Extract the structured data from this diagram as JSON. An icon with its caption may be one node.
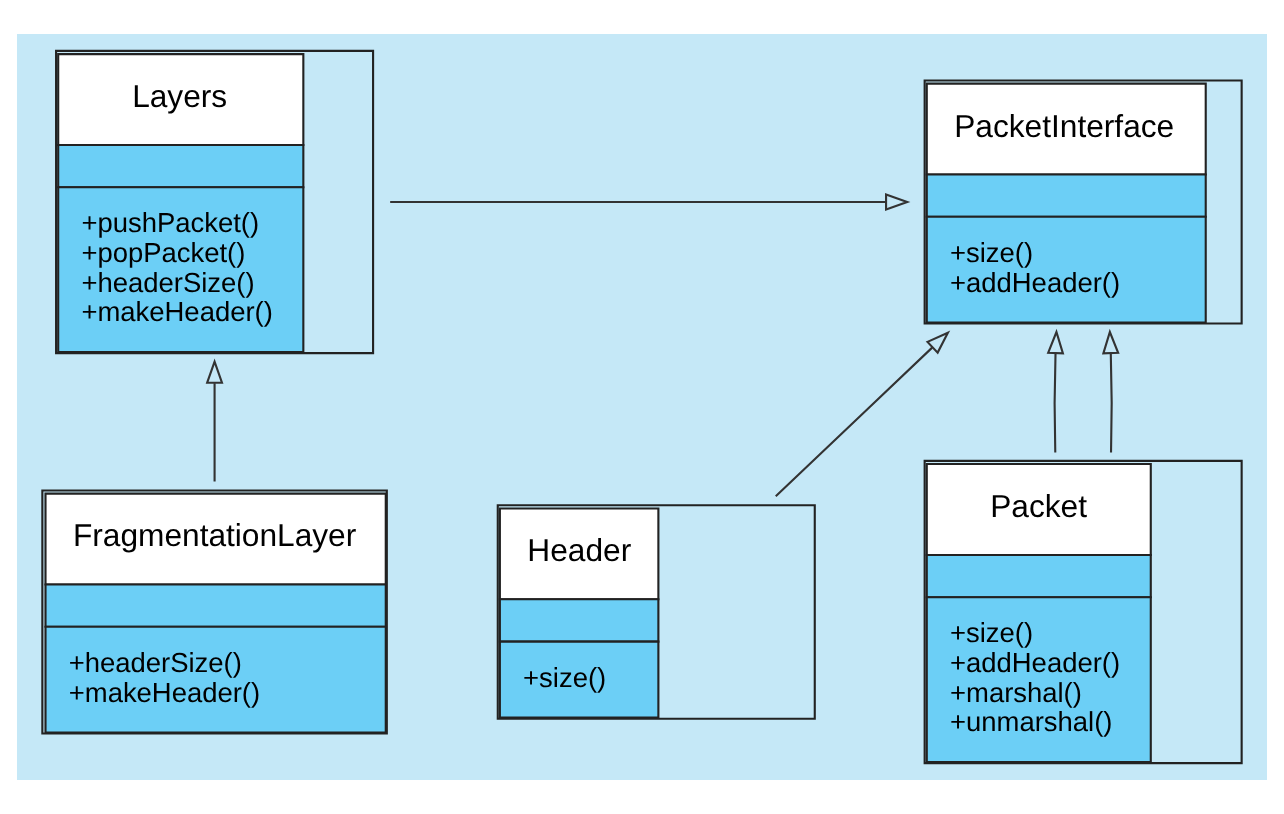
{
  "diagram": {
    "nodes": [
      {
        "text": [
          "Layers",
          "+pushPacket()",
          "+popPacket()",
          "+headerSize()",
          "+makeHeader()"
        ]
      },
      {
        "text": [
          "FragmentationLayer",
          "+headerSize()",
          "+makeHeader()"
        ]
      },
      {
        "text": [
          "PacketInterface",
          "+size()",
          "+addHeader()"
        ]
      },
      {
        "text": [
          "Header",
          "+size()"
        ]
      },
      {
        "text": [
          "Packet",
          "+size()",
          "+addHeader()",
          "+marshal()",
          "+unmarshal()"
        ]
      }
    ],
    "edges": [
      {
        "from": 0,
        "to": 2,
        "arrow": "to"
      },
      {
        "from": 1,
        "to": 0,
        "arrow": "to"
      },
      {
        "from": 3,
        "to": 2,
        "arrow": "to"
      },
      {
        "from": 4,
        "to": 2,
        "arrow": "to"
      },
      {
        "from": 4,
        "to": 2,
        "arrow": "to"
      }
    ]
  }
}
